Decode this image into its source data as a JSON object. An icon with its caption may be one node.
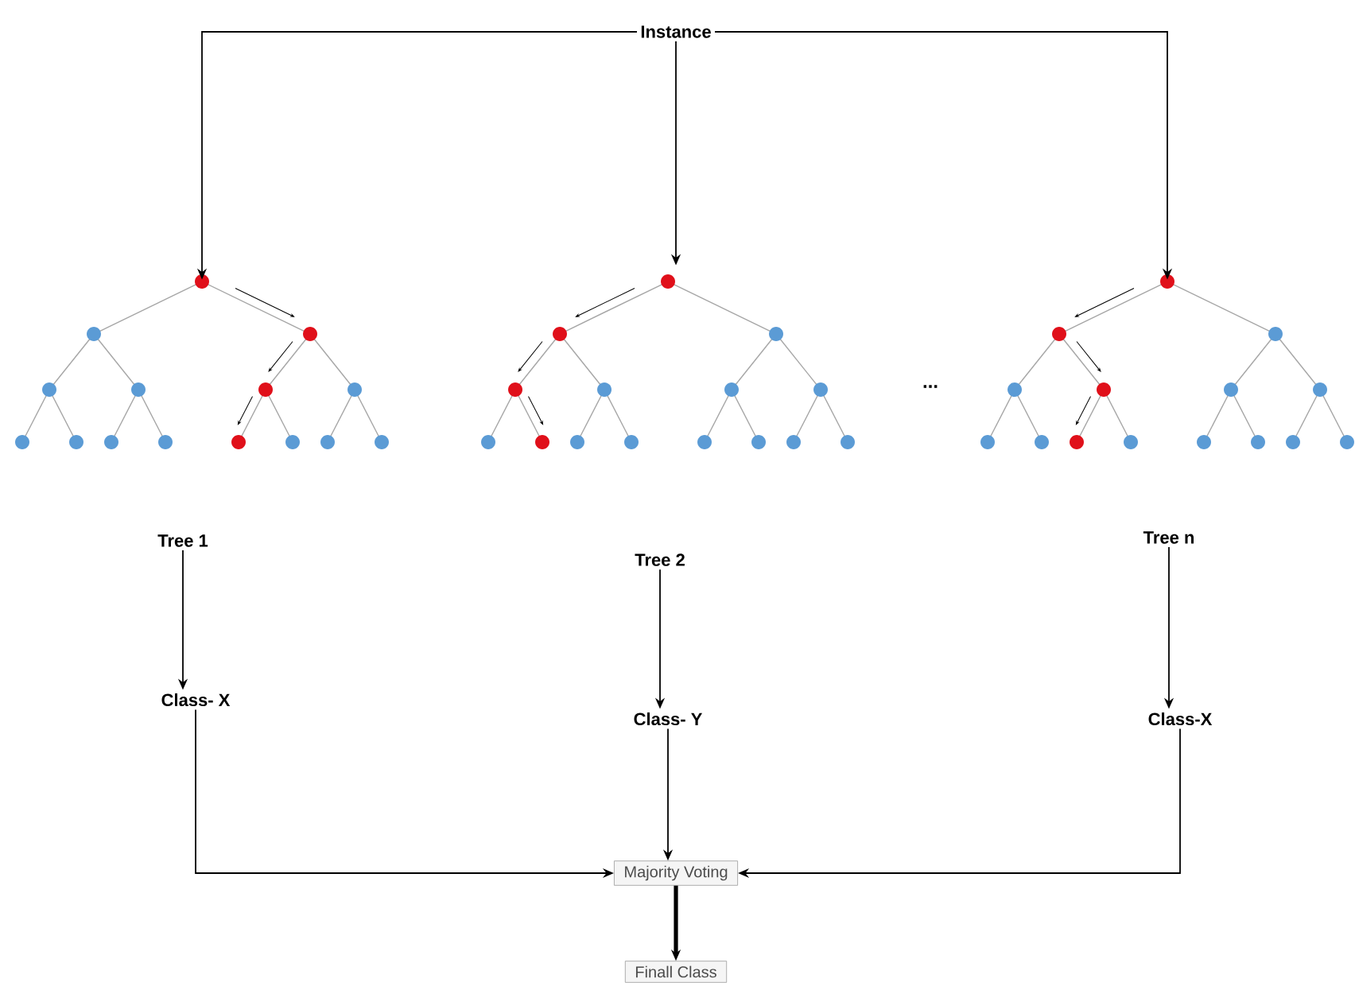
{
  "diagram": {
    "nodes": [
      {
        "text": [
          "Instance"
        ]
      },
      {
        "text": [],
        "shape": "tree"
      },
      {
        "text": [],
        "shape": "tree"
      },
      {
        "text": [],
        "shape": "tree"
      },
      {
        "text": [
          "Tree 1"
        ]
      },
      {
        "text": [
          "Tree 2"
        ]
      },
      {
        "text": [
          "Tree n"
        ]
      },
      {
        "text": [
          "Class- X"
        ]
      },
      {
        "text": [
          "Class- Y"
        ]
      },
      {
        "text": [
          "Class-X"
        ]
      },
      {
        "text": [
          "Majority Voting"
        ]
      },
      {
        "text": [
          "Finall Class"
        ]
      }
    ],
    "edges": [
      {
        "from": 0,
        "to": 1,
        "arrow": "to"
      },
      {
        "from": 0,
        "to": 2,
        "arrow": "to"
      },
      {
        "from": 0,
        "to": 3,
        "arrow": "to"
      },
      {
        "from": 4,
        "to": 7,
        "arrow": "to"
      },
      {
        "from": 5,
        "to": 8,
        "arrow": "to"
      },
      {
        "from": 6,
        "to": 9,
        "arrow": "to"
      },
      {
        "from": 7,
        "to": 10,
        "arrow": "to"
      },
      {
        "from": 8,
        "to": 10,
        "arrow": "to"
      },
      {
        "from": 9,
        "to": 10,
        "arrow": "to"
      },
      {
        "from": 10,
        "to": 11,
        "arrow": "to",
        "style": "thick"
      }
    ],
    "labels": [
      "..."
    ]
  }
}
